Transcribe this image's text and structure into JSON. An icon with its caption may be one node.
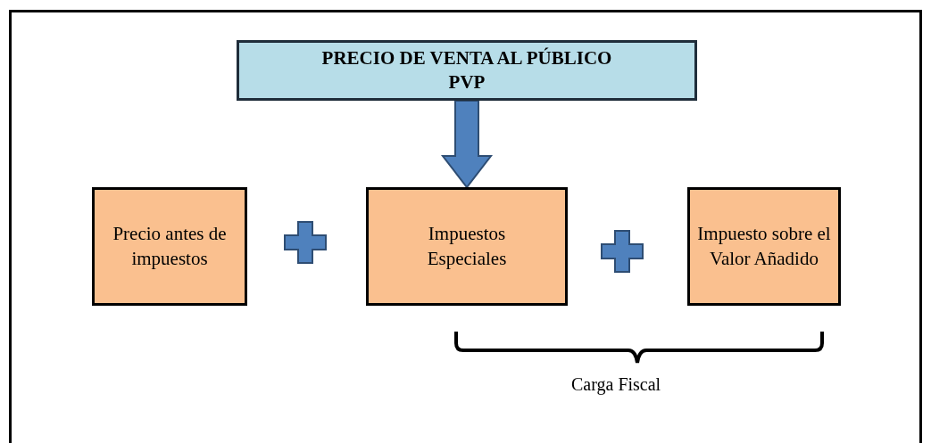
{
  "diagram": {
    "nodes": [
      {
        "text": [
          "PRECIO DE VENTA AL PÚBLICO",
          "PVP"
        ]
      },
      {
        "text": [
          "Precio antes de impuestos"
        ]
      },
      {
        "text": [
          "Impuestos Especiales"
        ]
      },
      {
        "text": [
          "Impuesto sobre el Valor Añadido"
        ]
      }
    ],
    "edges": [
      {
        "from": 0,
        "to": 2,
        "arrow": "to",
        "style": "thick"
      }
    ],
    "labels": [
      "Carga Fiscal"
    ]
  }
}
